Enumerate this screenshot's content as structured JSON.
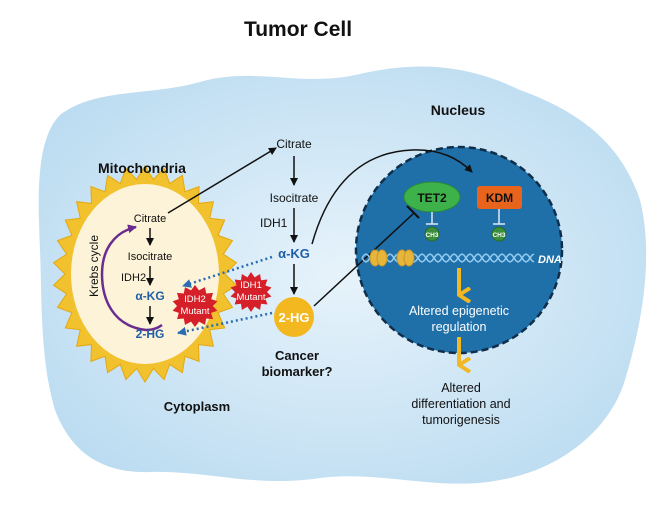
{
  "title": "Tumor Cell",
  "mitochondria": {
    "label": "Mitochondria",
    "krebs_cycle": "Krebs cycle",
    "citrate": "Citrate",
    "isocitrate": "Isocitrate",
    "idh2": "IDH2",
    "akg": "α-KG",
    "two_hg": "2-HG",
    "mutant_line1": "IDH2",
    "mutant_line2": "Mutant"
  },
  "cytoplasm": {
    "label": "Cytoplasm",
    "citrate": "Citrate",
    "isocitrate": "Isocitrate",
    "idh1": "IDH1",
    "akg": "α-KG",
    "two_hg": "2-HG",
    "mutant_line1": "IDH1",
    "mutant_line2": "Mutant",
    "biomarker_line1": "Cancer",
    "biomarker_line2": "biomarker?"
  },
  "nucleus": {
    "label": "Nucleus",
    "tet2": "TET2",
    "kdm": "KDM",
    "ch3_left": "CH3",
    "ch3_right": "CH3",
    "dna": "DNA",
    "epigenetic_line1": "Altered epigenetic",
    "epigenetic_line2": "regulation"
  },
  "outcome": {
    "line1": "Altered",
    "line2": "differentiation and",
    "line3": "tumorigenesis"
  },
  "colors": {
    "cell_fill": "#cfe7f6",
    "mito_outer": "#f2c12e",
    "mito_inner": "#fdf3d8",
    "nucleus_fill": "#1f6fa8",
    "tet2": "#3db24a",
    "kdm": "#e8641c",
    "mutant": "#d5202a",
    "two_hg": "#f3b71f",
    "arrow_blue": "#2a6db0",
    "arrow_yellow": "#f1b823",
    "krebs_arrow": "#6a2c8f"
  }
}
